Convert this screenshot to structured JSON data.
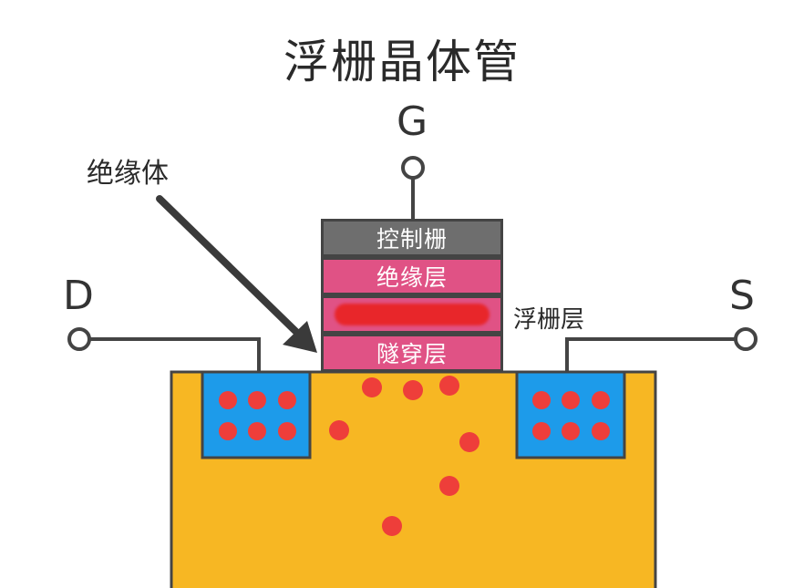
{
  "title": "浮栅晶体管",
  "terminals": {
    "gate": "G",
    "drain": "D",
    "source": "S"
  },
  "layers": {
    "control_gate": "控制栅",
    "insulating_layer": "绝缘层",
    "tunnel_layer": "隧穿层"
  },
  "labels": {
    "insulator": "绝缘体",
    "floating_gate_layer": "浮栅层"
  },
  "colors": {
    "substrate": "#f7b723",
    "doped_region": "#1d9bea",
    "electron": "#ee3e3a",
    "control_gate": "#6e6e6e",
    "pink_layer": "#e05285",
    "outline": "#444444"
  }
}
